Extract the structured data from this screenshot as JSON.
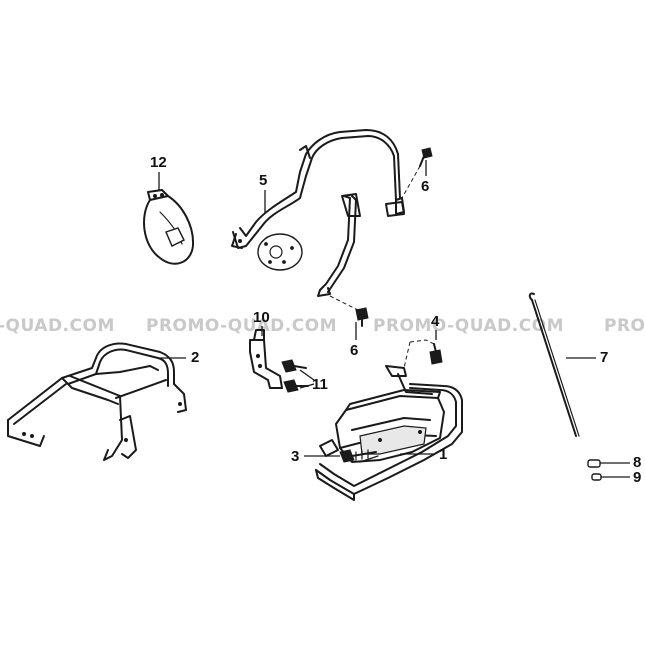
{
  "watermark": {
    "segments": [
      "-QUAD.COM",
      "PROMO-QUAD.COM",
      "PROMO-QUAD.COM",
      "PRO"
    ]
  },
  "callouts": [
    {
      "label": "1"
    },
    {
      "label": "2"
    },
    {
      "label": "3"
    },
    {
      "label": "4"
    },
    {
      "label": "5"
    },
    {
      "label": "6"
    },
    {
      "label": "6"
    },
    {
      "label": "7"
    },
    {
      "label": "8"
    },
    {
      "label": "9"
    },
    {
      "label": "10"
    },
    {
      "label": "11"
    },
    {
      "label": "12"
    }
  ]
}
